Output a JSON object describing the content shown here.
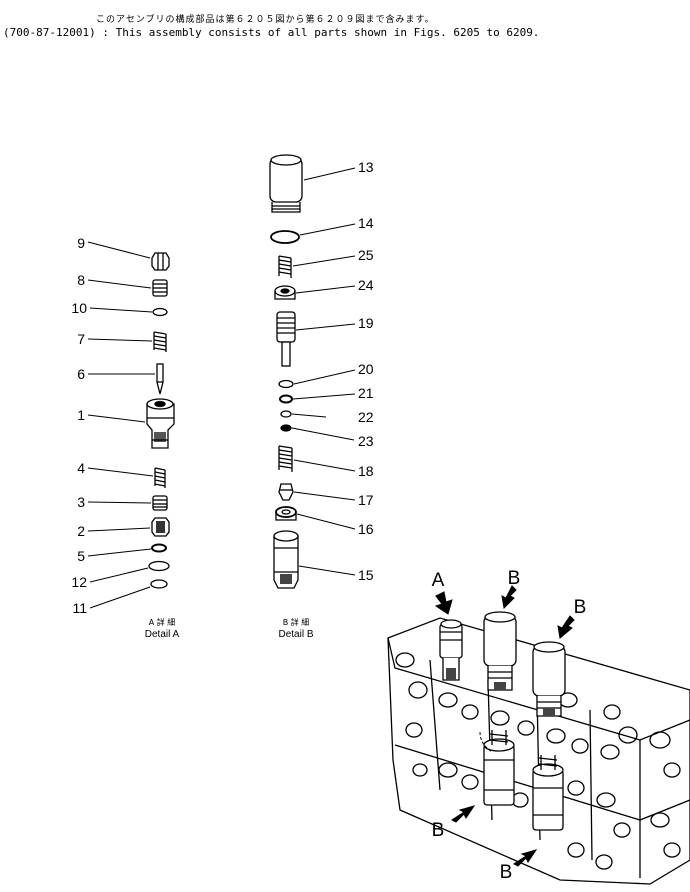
{
  "header": {
    "japanese_note": "このアセンブリの構成部品は第６２０５図から第６２０９図まで含みます。",
    "part_code": "(700-87-12001)",
    "english_note": ": This assembly consists of all parts shown in Figs. 6205 to 6209."
  },
  "detail_a": {
    "caption_jp": "A 詳 細",
    "caption_en": "Detail A",
    "callouts": [
      "9",
      "8",
      "10",
      "7",
      "6",
      "1",
      "4",
      "3",
      "2",
      "5",
      "12",
      "11"
    ]
  },
  "detail_b": {
    "caption_jp": "B 詳 細",
    "caption_en": "Detail B",
    "callouts": [
      "13",
      "14",
      "25",
      "24",
      "19",
      "20",
      "21",
      "22",
      "23",
      "18",
      "17",
      "16",
      "15"
    ]
  },
  "assembly_view": {
    "markers": [
      "A",
      "B",
      "B",
      "B",
      "B"
    ]
  }
}
